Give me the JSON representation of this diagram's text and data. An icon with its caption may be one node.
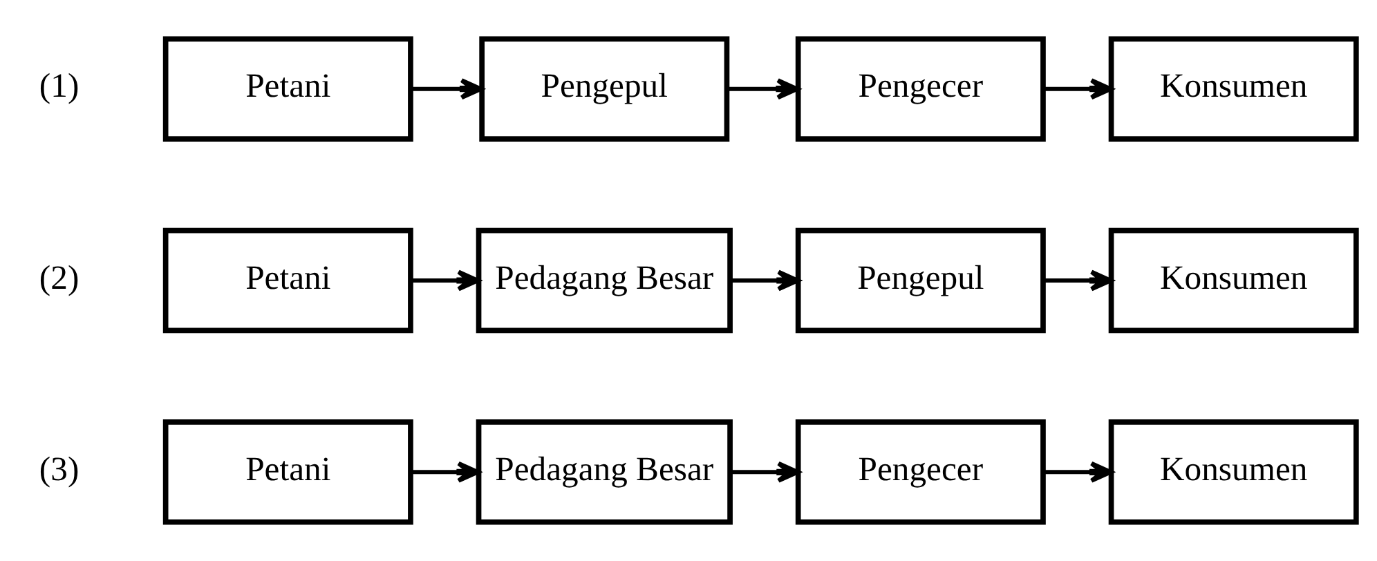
{
  "diagram": {
    "nodes": [
      {
        "text": [
          "Petani"
        ]
      },
      {
        "text": [
          "Pengepul"
        ]
      },
      {
        "text": [
          "Pengecer"
        ]
      },
      {
        "text": [
          "Konsumen"
        ]
      },
      {
        "text": [
          "Petani"
        ]
      },
      {
        "text": [
          "Pedagang Besar"
        ]
      },
      {
        "text": [
          "Pengepul"
        ]
      },
      {
        "text": [
          "Konsumen"
        ]
      },
      {
        "text": [
          "Petani"
        ]
      },
      {
        "text": [
          "Pedagang Besar"
        ]
      },
      {
        "text": [
          "Pengecer"
        ]
      },
      {
        "text": [
          "Konsumen"
        ]
      }
    ],
    "edges": [
      {
        "from": 0,
        "to": 1,
        "arrow": "to"
      },
      {
        "from": 1,
        "to": 2,
        "arrow": "to"
      },
      {
        "from": 2,
        "to": 3,
        "arrow": "to"
      },
      {
        "from": 4,
        "to": 5,
        "arrow": "to"
      },
      {
        "from": 5,
        "to": 6,
        "arrow": "to"
      },
      {
        "from": 6,
        "to": 7,
        "arrow": "to"
      },
      {
        "from": 8,
        "to": 9,
        "arrow": "to"
      },
      {
        "from": 9,
        "to": 10,
        "arrow": "to"
      },
      {
        "from": 10,
        "to": 11,
        "arrow": "to"
      }
    ],
    "labels": [
      "(1)",
      "(2)",
      "(3)"
    ]
  }
}
